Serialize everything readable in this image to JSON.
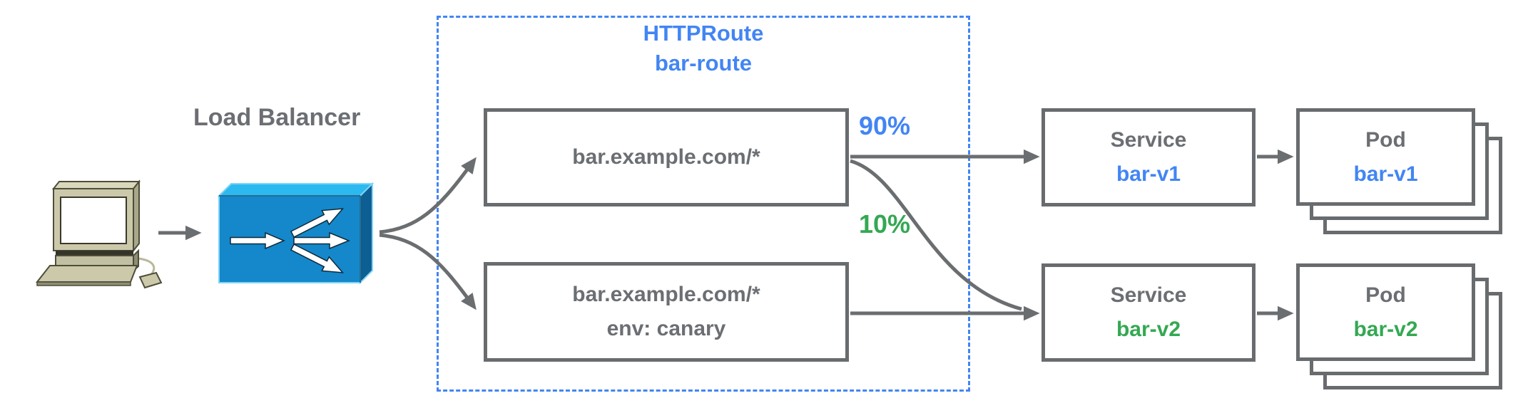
{
  "diagram": {
    "client": {
      "icon": "legacy-desktop-computer"
    },
    "load_balancer": {
      "label": "Load Balancer",
      "icon": "traffic-fanout-box"
    },
    "http_route": {
      "kind": "HTTPRoute",
      "name": "bar-route",
      "rules": [
        {
          "line1": "bar.example.com/*",
          "weight": "90%"
        },
        {
          "line1": "bar.example.com/*",
          "line2": "env: canary",
          "weight": "10%"
        }
      ]
    },
    "services": [
      {
        "kind": "Service",
        "name": "bar-v1"
      },
      {
        "kind": "Service",
        "name": "bar-v2"
      }
    ],
    "pods": [
      {
        "kind": "Pod",
        "name": "bar-v1"
      },
      {
        "kind": "Pod",
        "name": "bar-v2"
      }
    ],
    "colors": {
      "blue_text": "#4285F4",
      "green_text": "#34A853",
      "gray_text": "#6B6E72",
      "box_border": "#696C6E",
      "arrow_gray": "#6B6E70",
      "dashed_border": "#4285F4",
      "lb_front": "#1488CB",
      "lb_top": "#2CB9F0",
      "lb_side": "#0D5F93",
      "computer_body": "#CBC9AA"
    }
  }
}
